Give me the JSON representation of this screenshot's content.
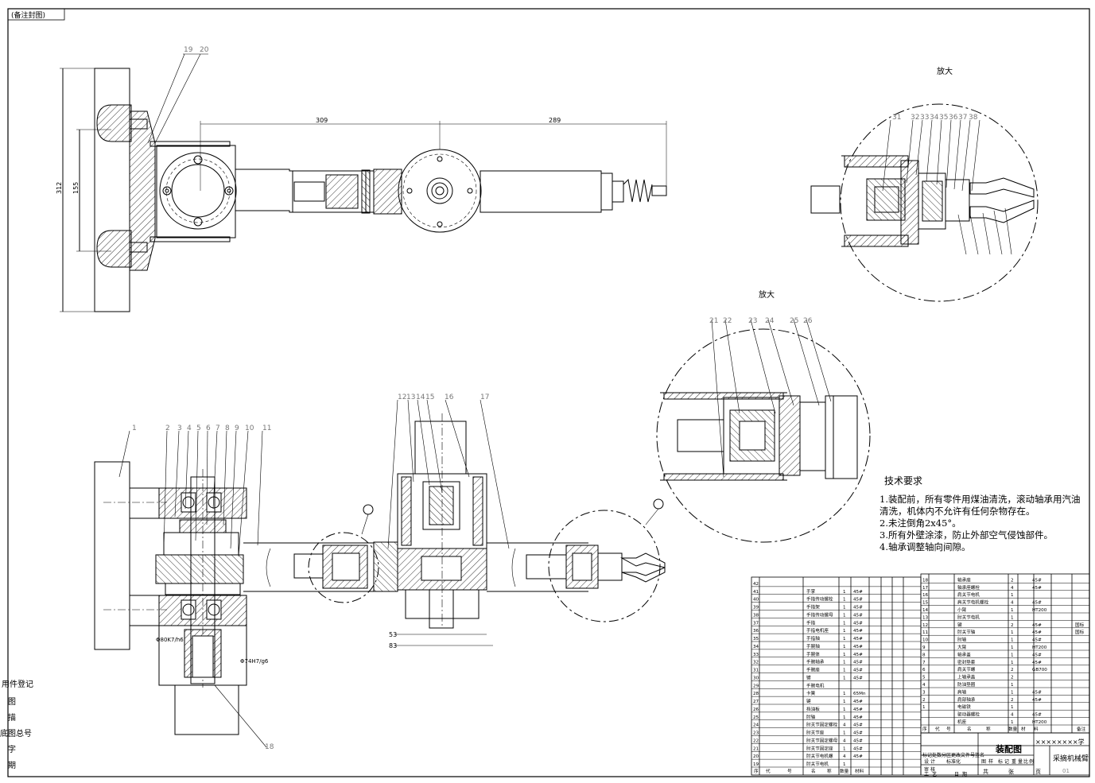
{
  "sheet": {
    "corner_tag": "(备注封图)"
  },
  "top_view": {
    "callouts": [
      "19",
      "20"
    ],
    "dim_left_outer": "312",
    "dim_left_inner": "155",
    "dim_top_left": "309",
    "dim_top_right": "289"
  },
  "detail_top": {
    "title": "放大",
    "callouts_top": [
      "31",
      "32",
      "33",
      "34",
      "35",
      "36",
      "37",
      "38"
    ]
  },
  "detail_mid": {
    "title": "放大",
    "callouts_top": [
      "21",
      "22",
      "23",
      "24",
      "25",
      "26"
    ]
  },
  "section_view": {
    "callouts": [
      "1",
      "2",
      "3",
      "4",
      "5",
      "6",
      "7",
      "8",
      "9",
      "10",
      "11",
      "12",
      "13",
      "14",
      "15",
      "16",
      "17",
      "18"
    ],
    "fit_label_1": "Φ80K7/h6",
    "fit_label_2": "Φ74H7/g6",
    "dim_53": "53",
    "dim_83": "83"
  },
  "tech_requirements": {
    "title": "技术要求",
    "items": [
      "1.装配前，所有零件用煤油清洗，滚动轴承用汽油",
      "清洗，机体内不允许有任何杂物存在。",
      "2.未注倒角2x45°。",
      "3.所有外壁涂漆，防止外部空气侵蚀部件。",
      "4.轴承调整轴向间隙。"
    ]
  },
  "side_block": {
    "items": [
      "用件登记",
      "图",
      "描",
      "底图总号",
      "字",
      "期"
    ]
  },
  "bom_left": {
    "rows": [
      {
        "no": "42",
        "name": "",
        "qty": "",
        "mat": ""
      },
      {
        "no": "41",
        "name": "手掌",
        "qty": "1",
        "mat": "45#"
      },
      {
        "no": "40",
        "name": "手指传动螺栓",
        "qty": "1",
        "mat": "45#"
      },
      {
        "no": "39",
        "name": "手指架",
        "qty": "1",
        "mat": "45#"
      },
      {
        "no": "38",
        "name": "手指传动螺母",
        "qty": "1",
        "mat": "45#"
      },
      {
        "no": "37",
        "name": "手指",
        "qty": "1",
        "mat": "45#"
      },
      {
        "no": "36",
        "name": "手指电机座",
        "qty": "1",
        "mat": "45#"
      },
      {
        "no": "35",
        "name": "手指轴",
        "qty": "1",
        "mat": "45#"
      },
      {
        "no": "34",
        "name": "手腕轴",
        "qty": "1",
        "mat": "45#"
      },
      {
        "no": "33",
        "name": "手腕体",
        "qty": "1",
        "mat": "45#"
      },
      {
        "no": "32",
        "name": "手腕轴承",
        "qty": "1",
        "mat": "45#"
      },
      {
        "no": "31",
        "name": "手腕座",
        "qty": "1",
        "mat": "45#"
      },
      {
        "no": "30",
        "name": "键",
        "qty": "1",
        "mat": "45#"
      },
      {
        "no": "29",
        "name": "手腕电机",
        "qty": "",
        "mat": ""
      },
      {
        "no": "28",
        "name": "卡簧",
        "qty": "1",
        "mat": "65Mn"
      },
      {
        "no": "27",
        "name": "键",
        "qty": "1",
        "mat": "45#"
      },
      {
        "no": "26",
        "name": "挡油板",
        "qty": "1",
        "mat": "45#"
      },
      {
        "no": "25",
        "name": "肘轴",
        "qty": "1",
        "mat": "45#"
      },
      {
        "no": "24",
        "name": "肘关节固定螺栓",
        "qty": "4",
        "mat": "45#"
      },
      {
        "no": "23",
        "name": "肘关节座",
        "qty": "1",
        "mat": "45#"
      },
      {
        "no": "22",
        "name": "肘关节固定螺母",
        "qty": "4",
        "mat": "45#"
      },
      {
        "no": "21",
        "name": "肘关节固定座",
        "qty": "1",
        "mat": "45#"
      },
      {
        "no": "20",
        "name": "肘关节电机螺",
        "qty": "4",
        "mat": "45#"
      },
      {
        "no": "19",
        "name": "肘关节电机",
        "qty": "1",
        "mat": ""
      }
    ],
    "header": [
      "序",
      "代",
      "号",
      "名",
      "称",
      "数量",
      "材料"
    ]
  },
  "bom_right": {
    "rows": [
      {
        "no": "18",
        "name": "轴承座",
        "qty": "2",
        "mat": "45#",
        "note": ""
      },
      {
        "no": "17",
        "name": "轴承座螺栓",
        "qty": "4",
        "mat": "45#",
        "note": ""
      },
      {
        "no": "16",
        "name": "肩关节电机",
        "qty": "1",
        "mat": "",
        "note": ""
      },
      {
        "no": "15",
        "name": "肩关节电机螺栓",
        "qty": "4",
        "mat": "45#",
        "note": ""
      },
      {
        "no": "14",
        "name": "小臂",
        "qty": "1",
        "mat": "HT200",
        "note": ""
      },
      {
        "no": "13",
        "name": "肘关节电机",
        "qty": "1",
        "mat": "",
        "note": ""
      },
      {
        "no": "12",
        "name": "键",
        "qty": "2",
        "mat": "45#",
        "note": "国标"
      },
      {
        "no": "11",
        "name": "肘关节轴",
        "qty": "1",
        "mat": "45#",
        "note": "国标"
      },
      {
        "no": "10",
        "name": "肘轴",
        "qty": "1",
        "mat": "45#",
        "note": ""
      },
      {
        "no": "9",
        "name": "大臂",
        "qty": "1",
        "mat": "HT200",
        "note": ""
      },
      {
        "no": "8",
        "name": "轴承盖",
        "qty": "1",
        "mat": "45#",
        "note": ""
      },
      {
        "no": "7",
        "name": "密封垫套",
        "qty": "1",
        "mat": "45#",
        "note": ""
      },
      {
        "no": "6",
        "name": "肩关节螺",
        "qty": "2",
        "mat": "GB700",
        "note": ""
      },
      {
        "no": "5",
        "name": "上轴承盖",
        "qty": "2",
        "mat": "",
        "note": ""
      },
      {
        "no": "4",
        "name": "防油垫圈",
        "qty": "1",
        "mat": "",
        "note": ""
      },
      {
        "no": "3",
        "name": "肩轴",
        "qty": "1",
        "mat": "45#",
        "note": ""
      },
      {
        "no": "2",
        "name": "肩部轴承",
        "qty": "2",
        "mat": "45#",
        "note": ""
      },
      {
        "no": "1",
        "name": "电磁铁",
        "qty": "1",
        "mat": "",
        "note": ""
      },
      {
        "no": "",
        "name": "驱动器螺栓",
        "qty": "4",
        "mat": "45#",
        "note": ""
      },
      {
        "no": "",
        "name": "机座",
        "qty": "1",
        "mat": "HT200",
        "note": ""
      }
    ],
    "header": [
      "序",
      "代",
      "号",
      "名",
      "称",
      "数量",
      "材",
      "料",
      "备注"
    ]
  },
  "title_block": {
    "drawing_type": "装配图",
    "school": "××××××××学",
    "part_name": "采摘机械臂",
    "change_row": "标记处数分区更改文件号签名",
    "row2": [
      "设",
      "计",
      "标准化"
    ],
    "row3": [
      "审",
      "核"
    ],
    "row4": [
      "工",
      "艺",
      "日",
      "期"
    ],
    "stage_hdr": [
      "图",
      "样",
      "标",
      "记",
      "重",
      "量",
      "比",
      "例"
    ],
    "sheets": "共",
    "sheet_of": "张",
    "page": "页",
    "code": "01"
  }
}
